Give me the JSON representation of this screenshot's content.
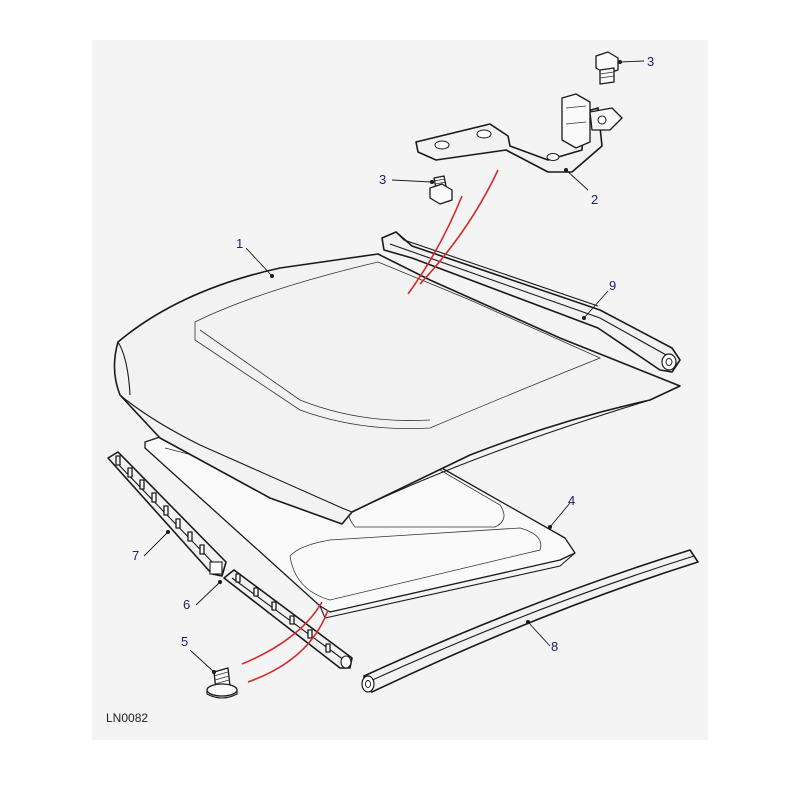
{
  "diagram": {
    "reference_code": "LN0082",
    "colors": {
      "callout_text": "#1a1f6b",
      "linework": "#1a1a1a",
      "panel_background": "#f4f4f4",
      "fastener_path": "#d42a2a"
    },
    "callouts": [
      {
        "id": "c1",
        "label": "1",
        "part": "roof-panel"
      },
      {
        "id": "c2",
        "label": "2",
        "part": "hinge-bracket"
      },
      {
        "id": "c3a",
        "label": "3",
        "part": "hinge-bolt"
      },
      {
        "id": "c3b",
        "label": "3",
        "part": "panel-bolt"
      },
      {
        "id": "c4",
        "label": "4",
        "part": "headlining-panel"
      },
      {
        "id": "c5",
        "label": "5",
        "part": "clip-screw"
      },
      {
        "id": "c6",
        "label": "6",
        "part": "inner-seal-strip"
      },
      {
        "id": "c7",
        "label": "7",
        "part": "front-seal-strip"
      },
      {
        "id": "c8",
        "label": "8",
        "part": "front-edge-seal"
      },
      {
        "id": "c9",
        "label": "9",
        "part": "rear-edge-seal"
      }
    ]
  }
}
